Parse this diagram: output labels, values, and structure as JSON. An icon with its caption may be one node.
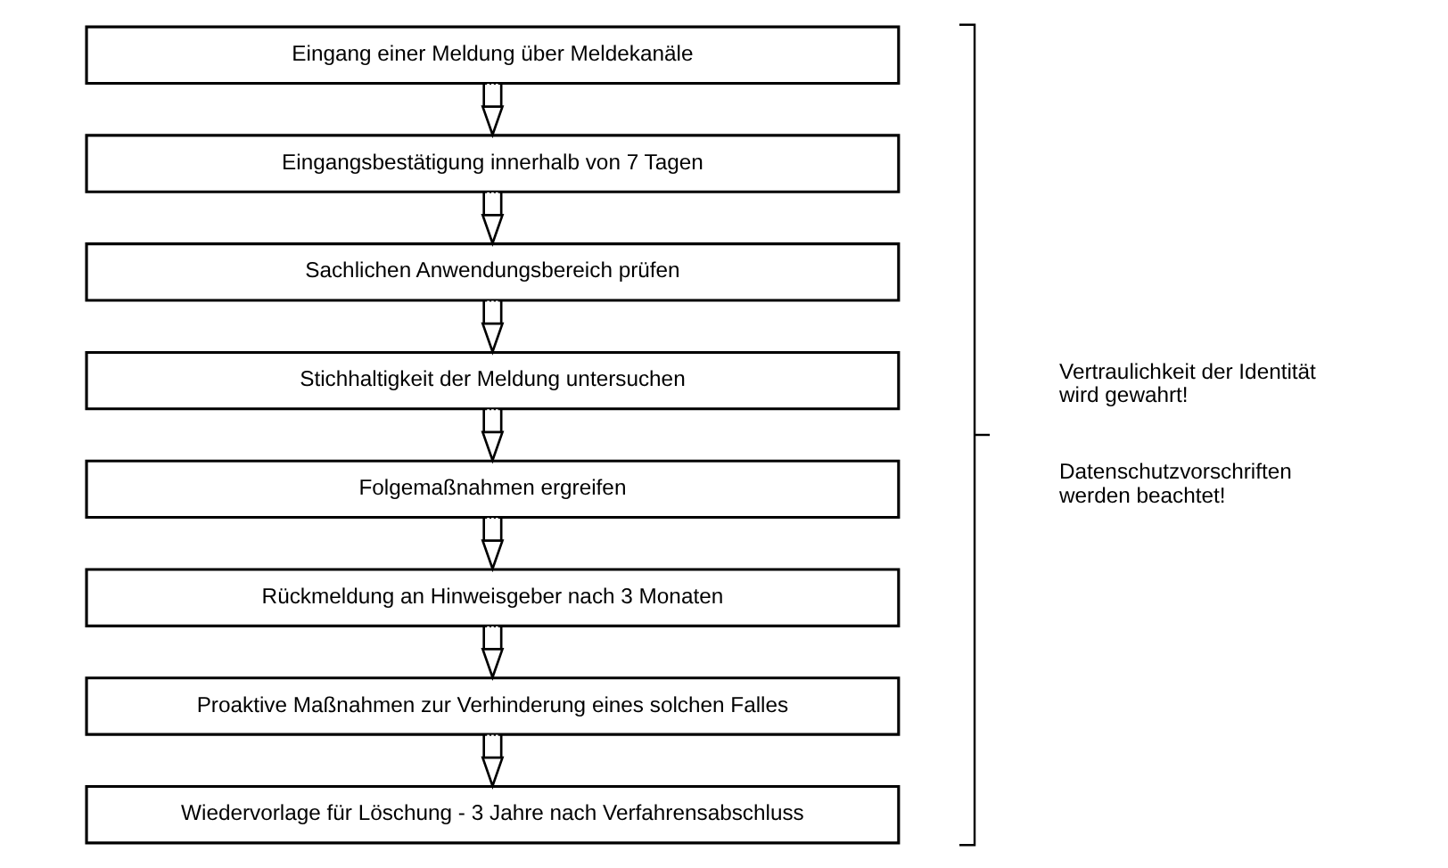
{
  "diagram": {
    "nodes": [
      {
        "text": [
          "Eingang einer Meldung über Meldekanäle"
        ]
      },
      {
        "text": [
          "Eingangsbestätigung innerhalb von 7 Tagen"
        ]
      },
      {
        "text": [
          "Sachlichen Anwendungsbereich prüfen"
        ]
      },
      {
        "text": [
          "Stichhaltigkeit der Meldung untersuchen"
        ]
      },
      {
        "text": [
          "Folgemaßnahmen ergreifen"
        ]
      },
      {
        "text": [
          "Rückmeldung an Hinweisgeber nach 3 Monaten"
        ]
      },
      {
        "text": [
          "Proaktive Maßnahmen zur Verhinderung eines solchen Falles"
        ]
      },
      {
        "text": [
          "Wiedervorlage für Löschung - 3 Jahre nach Verfahrensabschluss"
        ]
      }
    ],
    "edges": [
      {
        "from": 0,
        "to": 1,
        "arrow": "to"
      },
      {
        "from": 1,
        "to": 2,
        "arrow": "to"
      },
      {
        "from": 2,
        "to": 3,
        "arrow": "to"
      },
      {
        "from": 3,
        "to": 4,
        "arrow": "to"
      },
      {
        "from": 4,
        "to": 5,
        "arrow": "to"
      },
      {
        "from": 5,
        "to": 6,
        "arrow": "to"
      },
      {
        "from": 6,
        "to": 7,
        "arrow": "to"
      }
    ],
    "labels": [
      "Vertraulichkeit der Identität wird gewahrt!",
      "Datenschutzvorschriften werden beachtet!"
    ]
  }
}
